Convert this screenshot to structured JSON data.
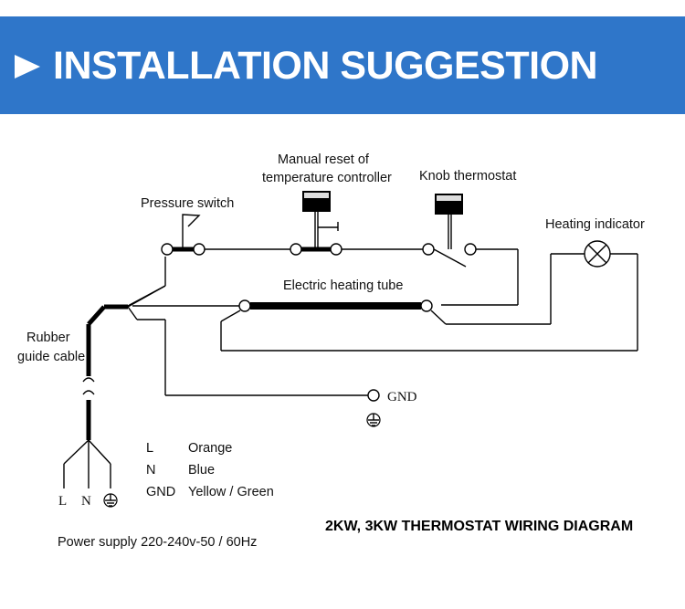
{
  "banner": {
    "title": "INSTALLATION SUGGESTION",
    "bg_color": "#2f76c9",
    "icon": "play-triangle-icon"
  },
  "labels": {
    "manual_reset_line1": "Manual reset of",
    "manual_reset_line2": "temperature controller",
    "knob_thermostat": "Knob thermostat",
    "pressure_switch": "Pressure switch",
    "heating_indicator": "Heating indicator",
    "heating_tube": "Electric heating tube",
    "rubber_line1": "Rubber",
    "rubber_line2": "guide cable",
    "gnd_terminal": "GND",
    "bottom_L": "L",
    "bottom_N": "N"
  },
  "legend": [
    {
      "code": "L",
      "color": "Orange"
    },
    {
      "code": "N",
      "color": "Blue"
    },
    {
      "code": "GND",
      "color": "Yellow / Green"
    }
  ],
  "power_supply": "Power supply 220-240v-50 / 60Hz",
  "diagram_title": "2KW, 3KW THERMOSTAT WIRING DIAGRAM"
}
